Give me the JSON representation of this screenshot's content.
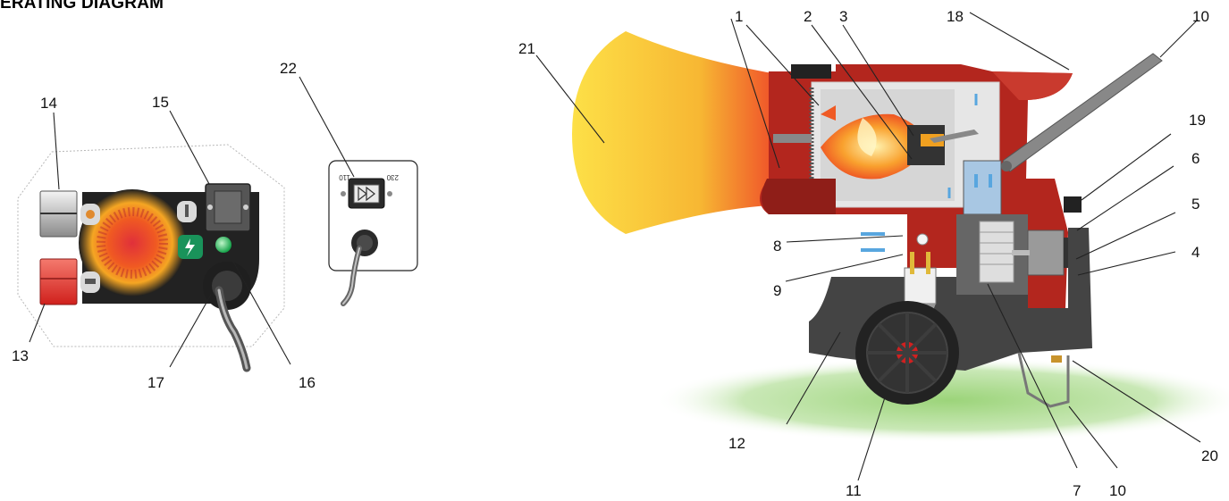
{
  "title": "ERATING DIAGRAM",
  "callouts": {
    "c1": "1",
    "c2": "2",
    "c3": "3",
    "c4": "4",
    "c5": "5",
    "c6": "6",
    "c7": "7",
    "c8": "8",
    "c9": "9",
    "c10a": "10",
    "c10b": "10",
    "c11": "11",
    "c12": "12",
    "c13": "13",
    "c14": "14",
    "c15": "15",
    "c16": "16",
    "c17": "17",
    "c18": "18",
    "c19": "19",
    "c20": "20",
    "c21": "21",
    "c22": "22"
  },
  "voltage_labels": {
    "left": "110",
    "right": "230"
  },
  "colors": {
    "flame_yellow": "#fde047",
    "flame_red": "#e8322a",
    "body_red": "#b3261e",
    "body_dark": "#444444",
    "grass": "#9cd47a",
    "indicator_green": "#22c55e"
  }
}
